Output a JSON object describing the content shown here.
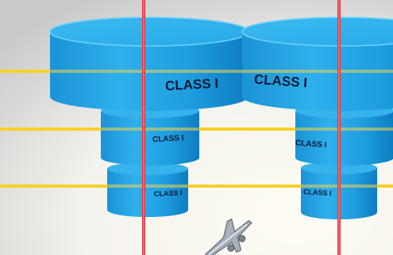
{
  "labels": {
    "left_top": "CLASS I",
    "right_top": "CLASS I",
    "left_mid": "CLASS I",
    "right_mid": "CLASS I",
    "left_bottom": "CLASS I",
    "right_bottom": "CLASS I"
  },
  "colors": {
    "background_light": "#fbf8ec",
    "background_shadow": "#cfd0cc",
    "cylinder_side": "#20a6e6",
    "cylinder_side_dark": "#0c7fc4",
    "cylinder_top": "#49c4f3",
    "cylinder_top_rim": "#7fd8f8",
    "yellow_lines": "#ffd100",
    "red_lines": "#e6323c",
    "airplane": "#9aa3ad"
  },
  "icons": {
    "aircraft": "airplane-icon"
  }
}
